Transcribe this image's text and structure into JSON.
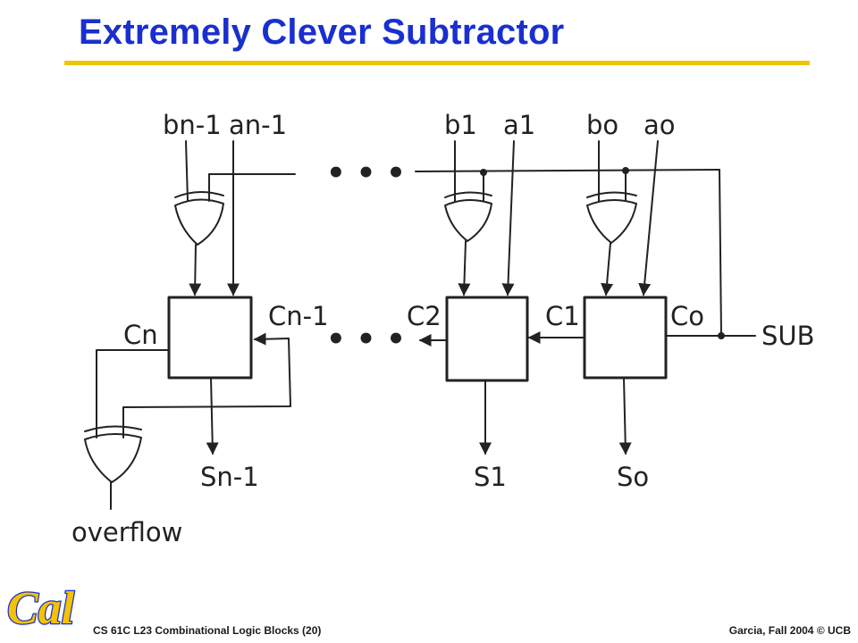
{
  "slide": {
    "title": "Extremely Clever Subtractor",
    "footer_left": "CS 61C L23 Combinational Logic Blocks (20)",
    "footer_right": "Garcia, Fall 2004 © UCB",
    "logo_text": "Cal"
  },
  "diagram": {
    "inputs": {
      "b_n1": "bn-1",
      "a_n1": "an-1",
      "b_1": "b1",
      "a_1": "a1",
      "b_0": "bo",
      "a_0": "ao"
    },
    "carries": {
      "c_n": "Cn",
      "c_n1": "Cn-1",
      "c_2": "C2",
      "c_1": "C1",
      "c_0": "Co"
    },
    "outputs": {
      "s_n1": "Sn-1",
      "s_1": "S1",
      "s_0": "So",
      "overflow": "overflow"
    },
    "control": "SUB",
    "ellipsis": "• • •"
  }
}
